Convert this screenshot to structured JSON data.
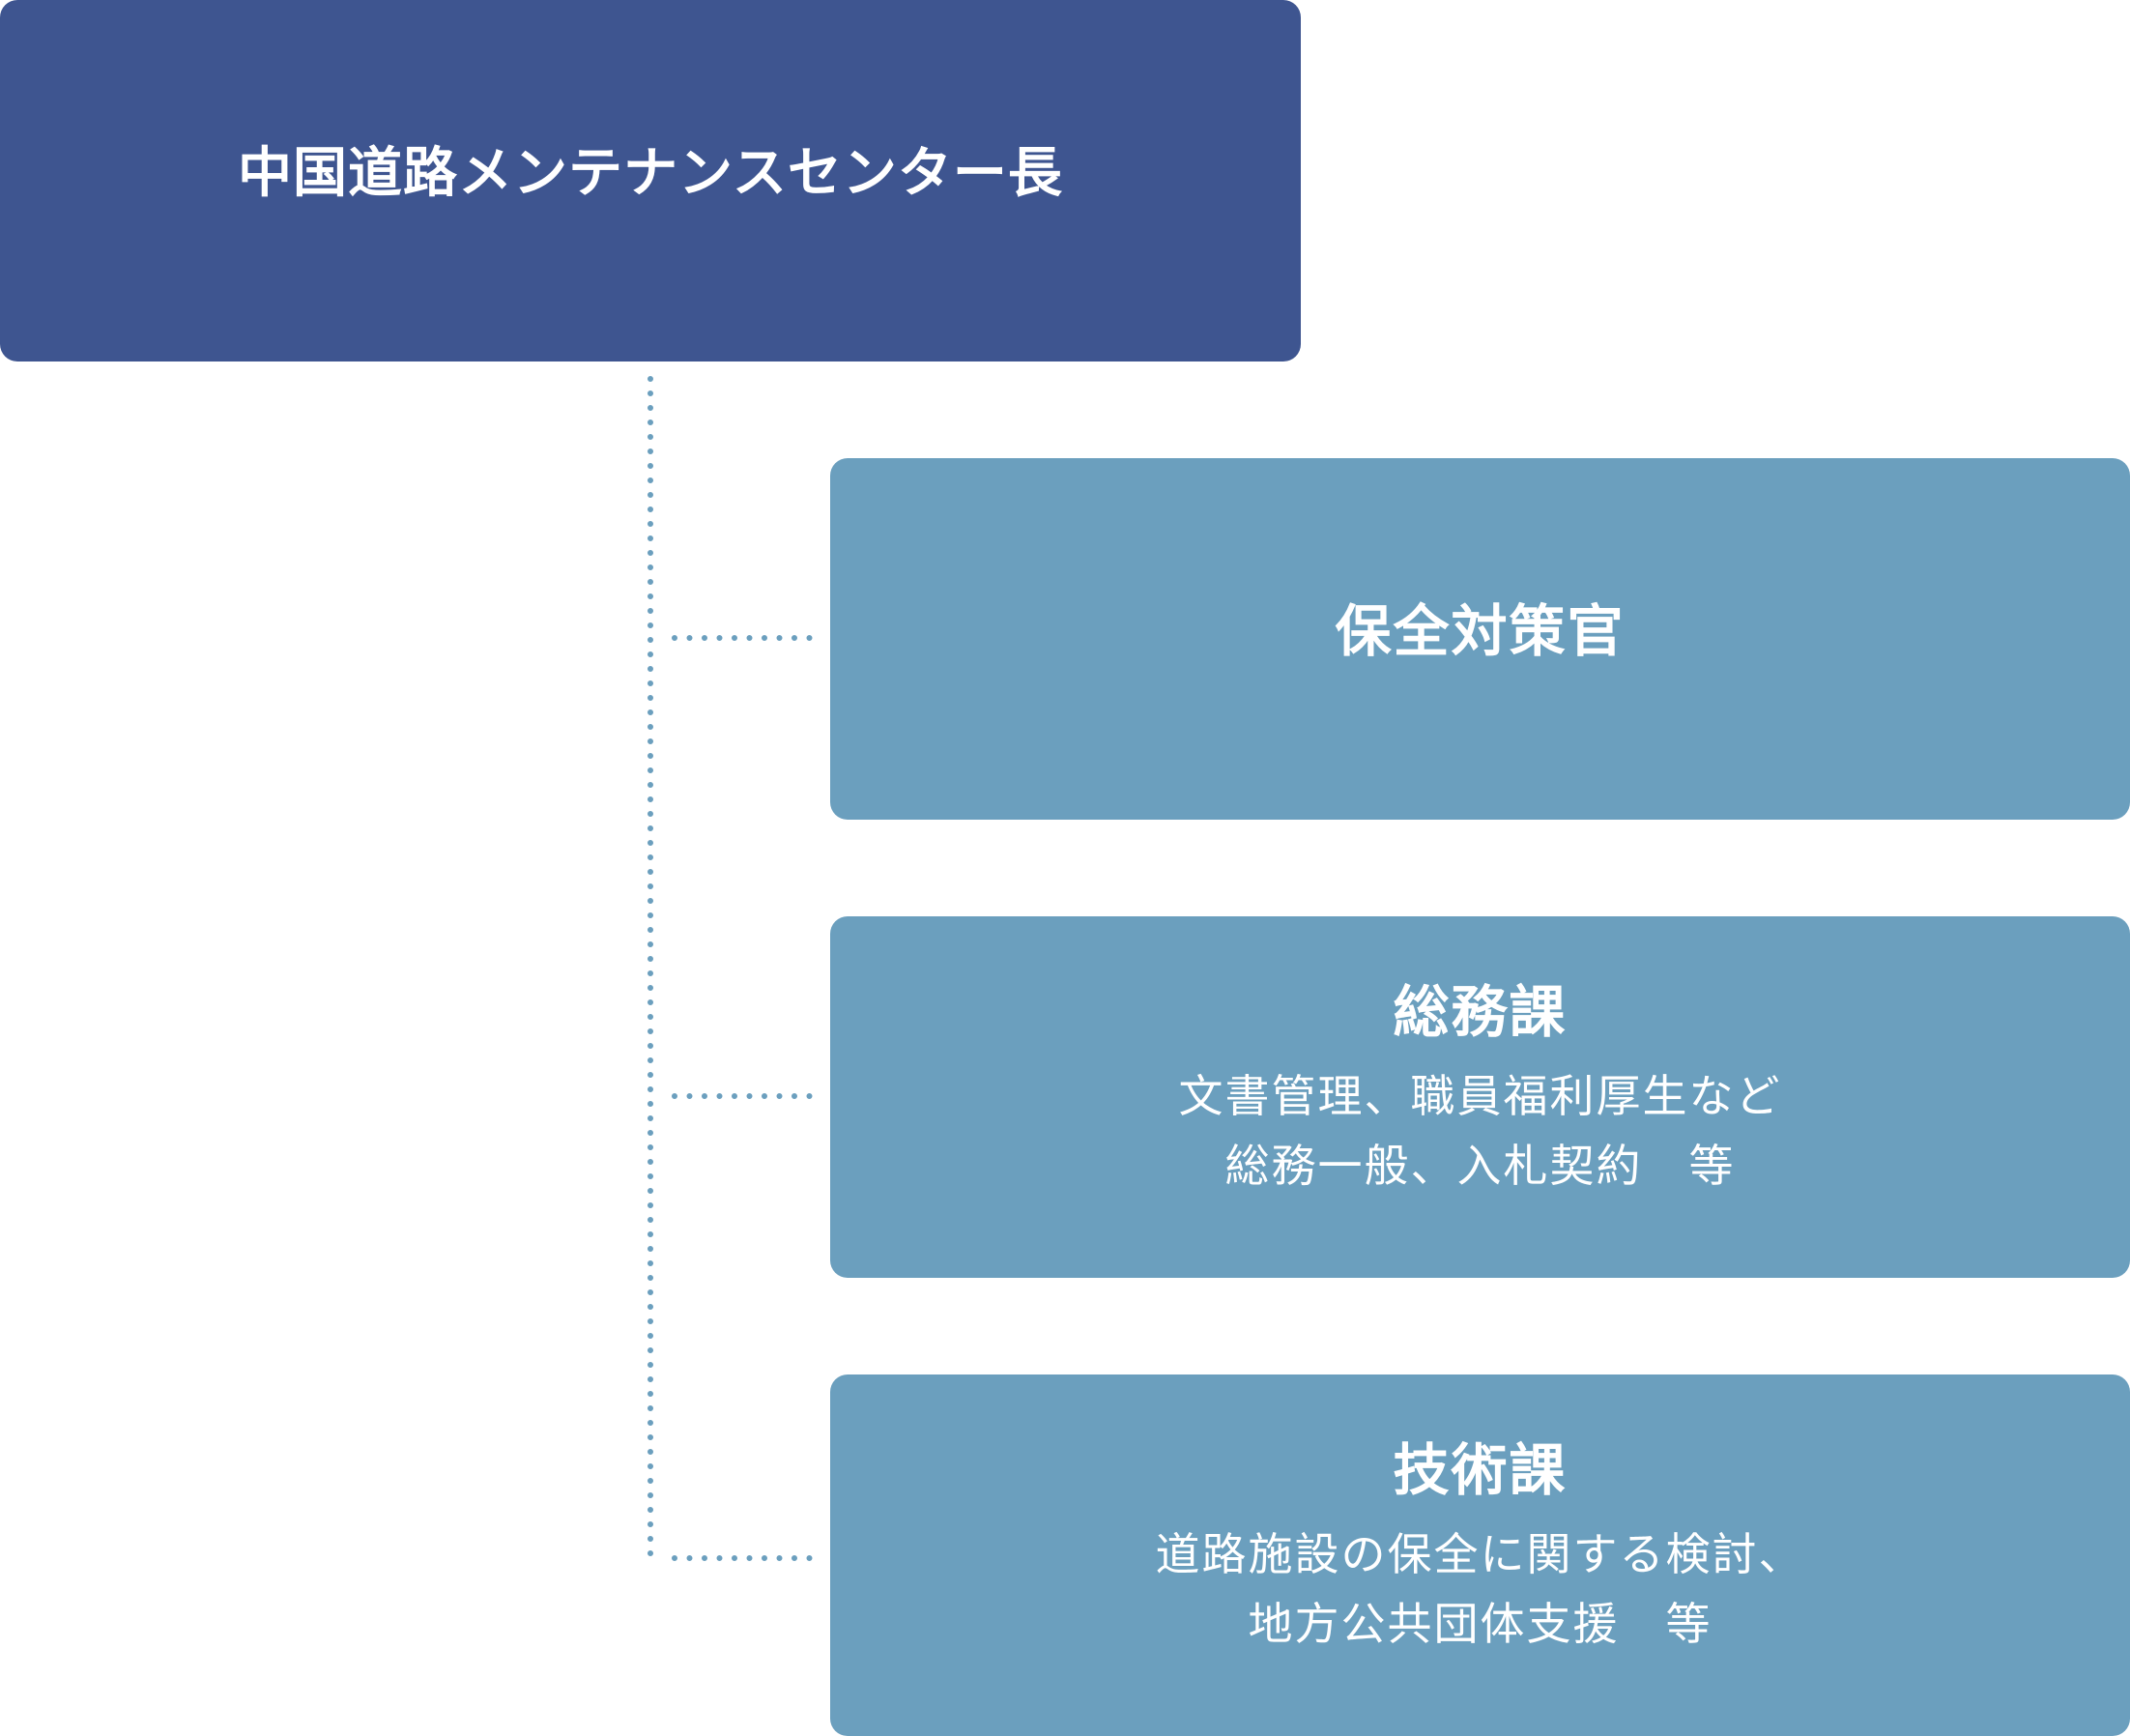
{
  "head": {
    "title": "中国道路メンテナンスセンター長"
  },
  "units": [
    {
      "title": "保全対策官",
      "desc": []
    },
    {
      "title": "総務課",
      "desc": [
        "文書管理、職員福利厚生など",
        "総務一般、入札契約　等"
      ]
    },
    {
      "title": "技術課",
      "desc": [
        "道路施設の保全に関する検討、",
        "地方公共団体支援　等"
      ]
    }
  ],
  "colors": {
    "head_fill": "#3e5590",
    "unit_fill": "#6b9fbe",
    "connector": "#6b9fbe",
    "text": "#ffffff"
  }
}
